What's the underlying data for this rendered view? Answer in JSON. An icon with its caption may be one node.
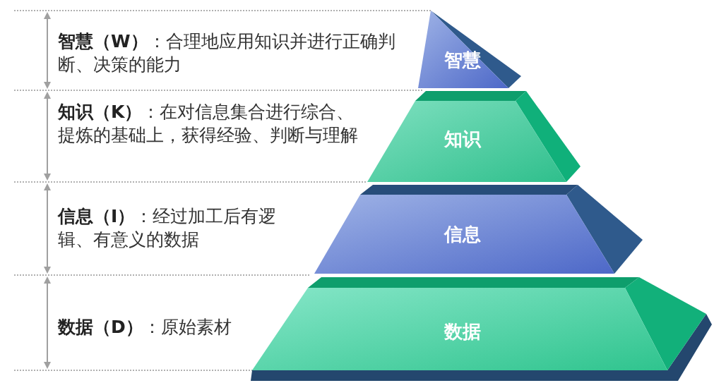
{
  "diagram": {
    "nodes": [
      {
        "text": [
          "智慧"
        ]
      },
      {
        "text": [
          "知识"
        ]
      },
      {
        "text": [
          "信息"
        ]
      },
      {
        "text": [
          "数据"
        ]
      }
    ],
    "edges": [],
    "labels": [
      "**智慧（W）**：合理地应用知识并进行正确判断、决策的能力",
      "**知识（K）**：在对信息集合进行综合、提炼的基础上，获得经验、判断与理解",
      "**信息（I）**：经过加工后有逻辑、有意义的数据",
      "**数据（D）**：原始素材"
    ]
  }
}
